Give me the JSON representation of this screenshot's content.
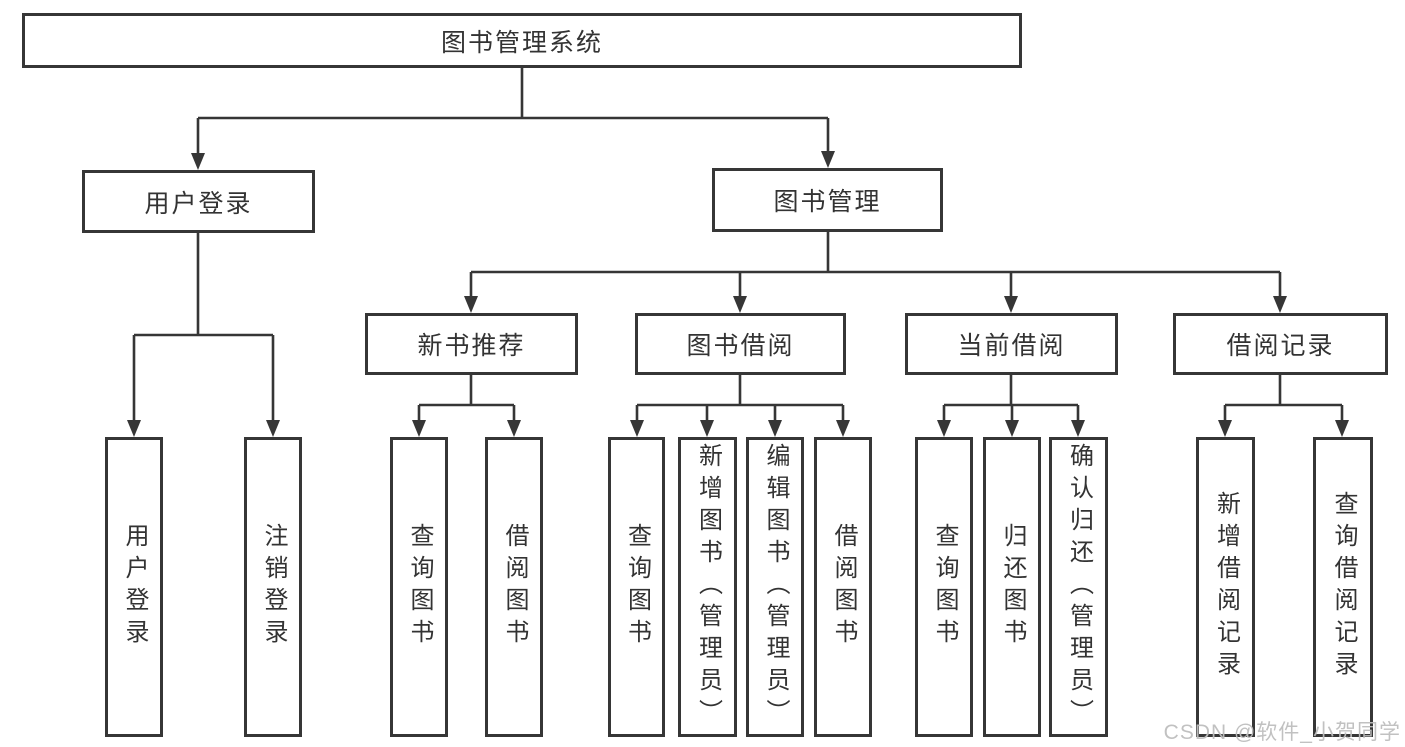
{
  "diagram": {
    "title": "图书管理系统",
    "level2": {
      "user_login": "用户登录",
      "book_mgmt": "图书管理"
    },
    "level3": {
      "new_rec": "新书推荐",
      "borrow": "图书借阅",
      "current": "当前借阅",
      "record": "借阅记录"
    },
    "leaves": {
      "user_login": "用户登录",
      "logout": "注销登录",
      "rec_query": "查询图书",
      "rec_borrow": "借阅图书",
      "bor_query": "查询图书",
      "bor_add": "新增图书（管理员）",
      "bor_edit": "编辑图书（管理员）",
      "bor_borrow": "借阅图书",
      "cur_query": "查询图书",
      "cur_return": "归还图书",
      "cur_confirm": "确认归还（管理员）",
      "rec_add": "新增借阅记录",
      "rec_query_record": "查询借阅记录"
    },
    "watermark": "CSDN @软件_小贺同学",
    "colors": {
      "line": "#363636",
      "text": "#333333",
      "background": "#ffffff",
      "watermark": "#bebebe"
    }
  }
}
